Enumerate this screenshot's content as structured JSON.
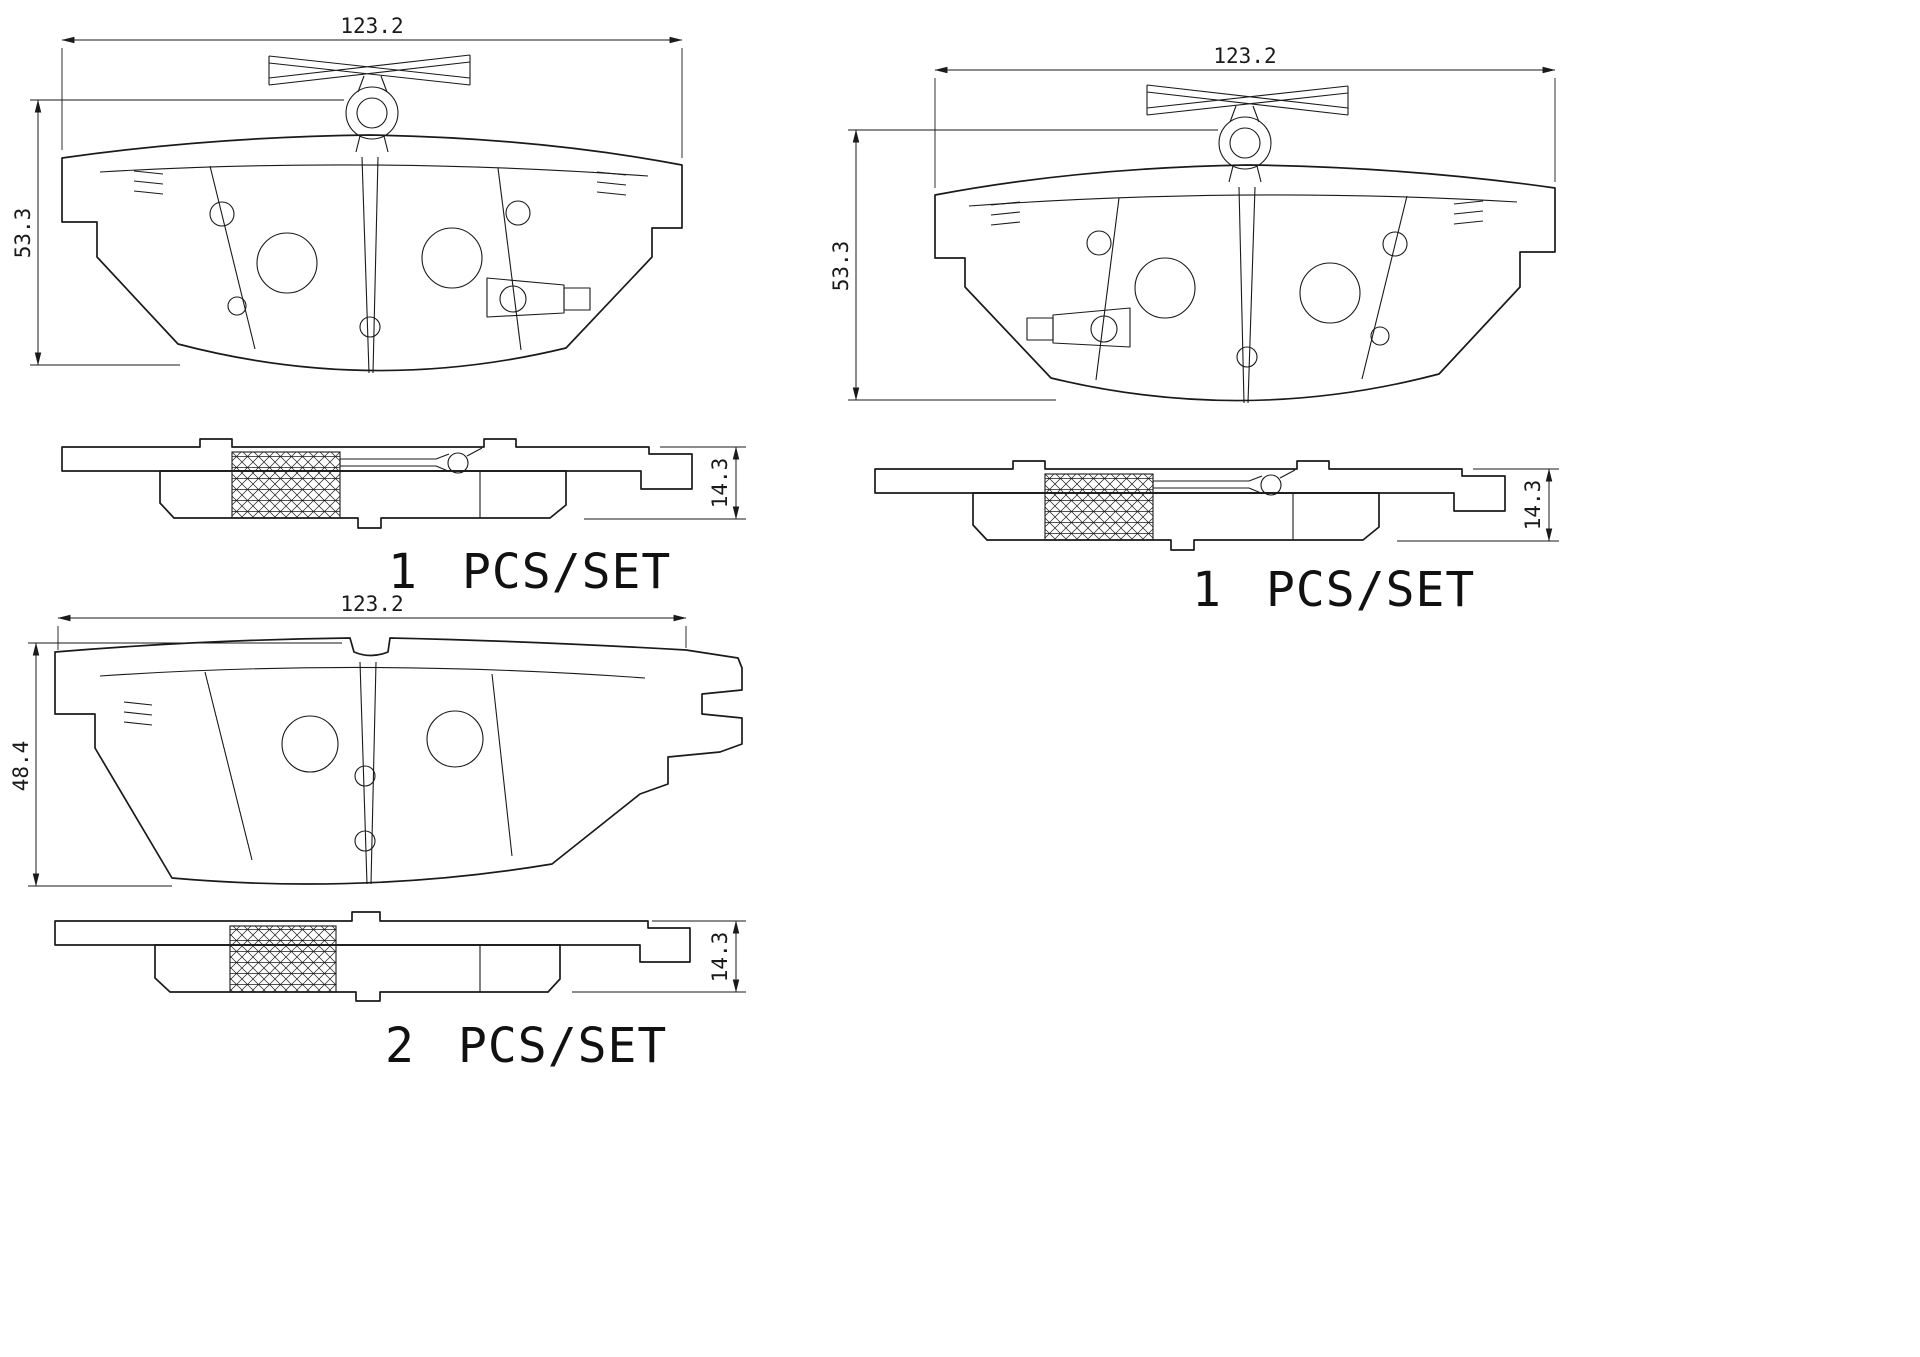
{
  "colors": {
    "line": "#1a1a1a",
    "background": "#ffffff"
  },
  "groups": [
    {
      "id": "top-left",
      "width_dim": "123.2",
      "height_dim": "53.3",
      "thickness_dim": "14.3",
      "qty": "1",
      "unit": "PCS/SET"
    },
    {
      "id": "top-right",
      "width_dim": "123.2",
      "height_dim": "53.3",
      "thickness_dim": "14.3",
      "qty": "1",
      "unit": "PCS/SET"
    },
    {
      "id": "bottom-left",
      "width_dim": "123.2",
      "height_dim": "48.4",
      "thickness_dim": "14.3",
      "qty": "2",
      "unit": "PCS/SET"
    }
  ]
}
